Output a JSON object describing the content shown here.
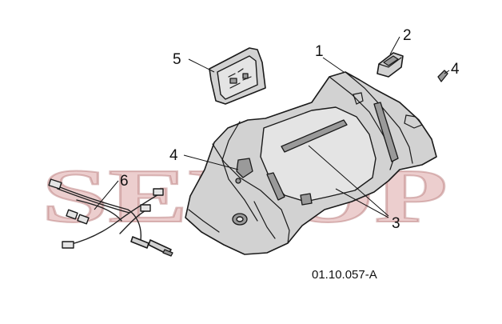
{
  "callouts": {
    "c1": "1",
    "c2": "2",
    "c3": "3",
    "c4a": "4",
    "c4b": "4",
    "c5": "5",
    "c6": "6"
  },
  "drawing_code": "01.10.057-A",
  "watermark": "SEHOP",
  "colors": {
    "part_fill": "#d2d2d2",
    "outline": "#1a1a1a",
    "watermark": "#e7c2c2"
  }
}
